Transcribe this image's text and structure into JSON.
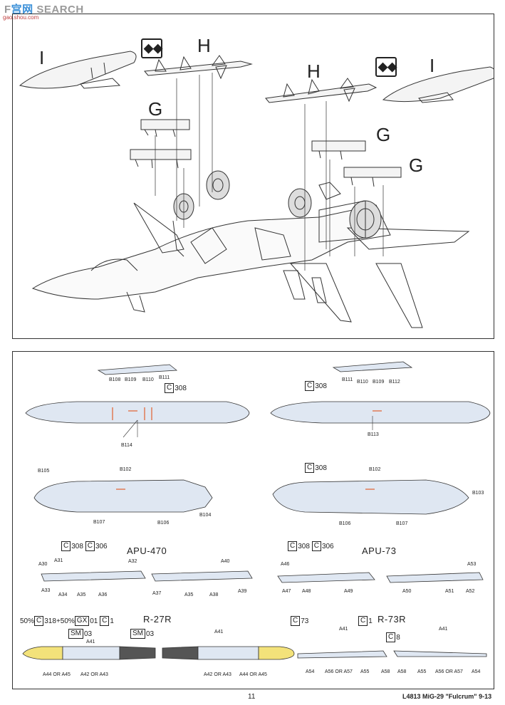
{
  "watermark": {
    "brand": "SEARCH",
    "prefix": "F",
    "cn": "宫网",
    "url": "gao.shou.com"
  },
  "top_panel": {
    "label_I_left": "I",
    "label_H_left": "H",
    "label_H_right": "H",
    "label_I_right": "I",
    "label_G1": "G",
    "label_G2": "G",
    "label_G3": "G",
    "swap_symbol": "◆◆"
  },
  "bottom_panel": {
    "tank1": {
      "tags": [
        "B108",
        "B109",
        "B110",
        "B111"
      ],
      "code_box": "C",
      "code": "308",
      "sub": "B114"
    },
    "tank2": {
      "tags": [
        "B111",
        "B110",
        "B109",
        "B112"
      ],
      "code_box": "C",
      "code": "308",
      "sub": "B113"
    },
    "tank3": {
      "tags": [
        "B105",
        "B102",
        "B107",
        "B106",
        "B104"
      ]
    },
    "tank4": {
      "code_box": "C",
      "code": "308",
      "tags": [
        "B102",
        "B103",
        "B106",
        "B107"
      ]
    },
    "apu470": {
      "title": "APU-470",
      "codes": [
        {
          "b": "C",
          "v": "308"
        },
        {
          "b": "C",
          "v": "306"
        }
      ],
      "parts_left": [
        "A30",
        "A31",
        "A32",
        "A33",
        "A34",
        "A35",
        "A36"
      ],
      "parts_right": [
        "A40",
        "A37",
        "A35",
        "A38",
        "A39"
      ]
    },
    "apu73": {
      "title": "APU-73",
      "codes": [
        {
          "b": "C",
          "v": "308"
        },
        {
          "b": "C",
          "v": "306"
        }
      ],
      "parts_left": [
        "A46",
        "A47",
        "A48",
        "A49"
      ],
      "parts_right": [
        "A53",
        "A50",
        "A51",
        "A52"
      ]
    },
    "r27r": {
      "title": "R-27R",
      "mix": {
        "p1": "50%",
        "b1": "C",
        "v1": "318",
        "p2": "+50%",
        "b2": "GX",
        "v2": "01",
        "b3": "C",
        "v3": "1"
      },
      "sm1": {
        "b": "SM",
        "v": "03"
      },
      "sm2": {
        "b": "SM",
        "v": "03"
      },
      "parts": [
        "A41",
        "A41",
        "A44 OR A45",
        "A42 OR A43",
        "A42 OR A43",
        "A44 OR A45"
      ]
    },
    "r73r": {
      "title": "R-73R",
      "c73": {
        "b": "C",
        "v": "73"
      },
      "c1": {
        "b": "C",
        "v": "1"
      },
      "c8": {
        "b": "C",
        "v": "8"
      },
      "parts": [
        "A41",
        "A41",
        "A54",
        "A56 OR A57",
        "A55",
        "A58",
        "A58",
        "A55",
        "A56 OR A57",
        "A54"
      ]
    }
  },
  "footer": {
    "page": "11",
    "text": "L4813 MiG-29 \"Fulcrum\" 9-13"
  }
}
